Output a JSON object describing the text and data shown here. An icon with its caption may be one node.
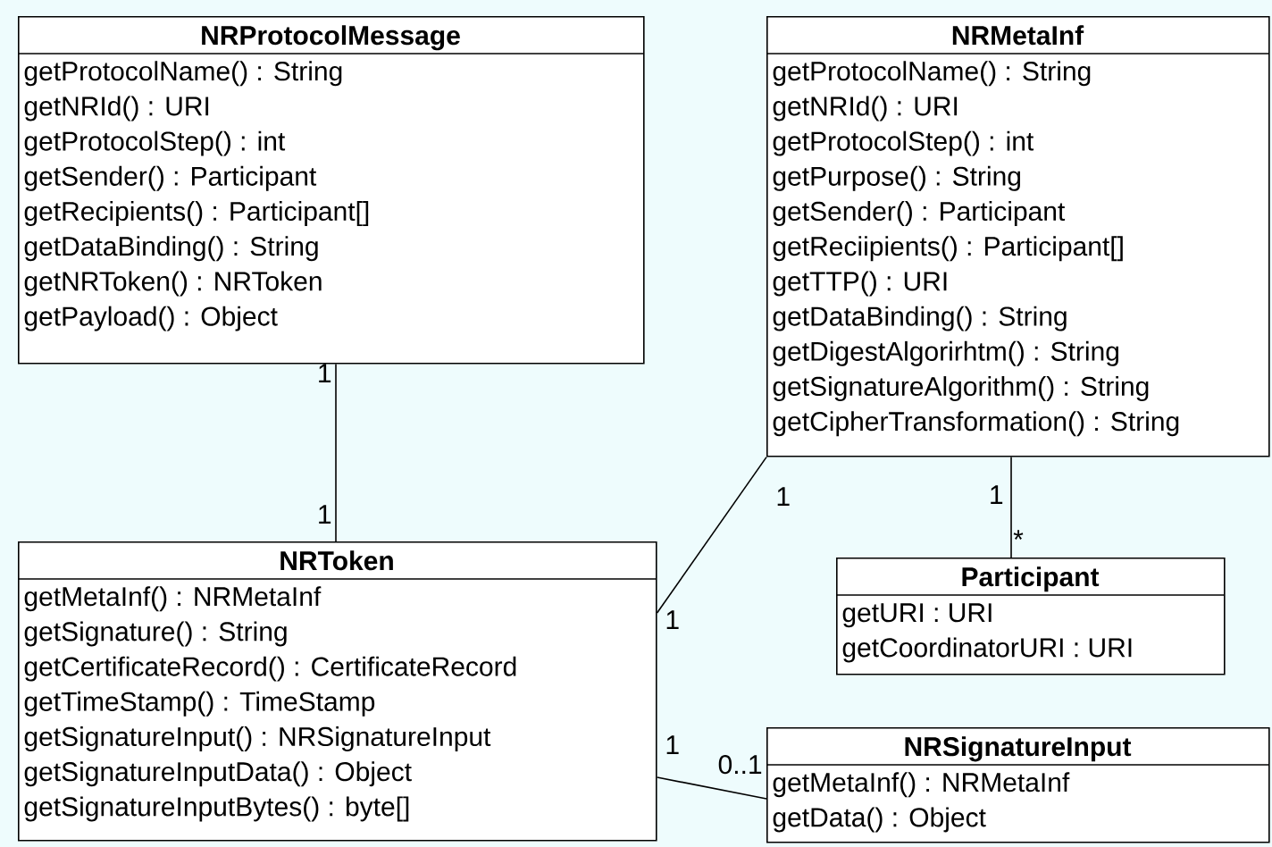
{
  "diagram": {
    "nodes": [
      {
        "text": [
          "NRProtocolMessage",
          "getProtocolName() : String",
          "getNRId() : URI",
          "getProtocolStep() : int",
          "getSender() : Participant",
          "getRecipients() : Participant[]",
          "getDataBinding() : String",
          "getNRToken() : NRToken",
          "getPayload() : Object"
        ]
      },
      {
        "text": [
          "NRMetaInf",
          "getProtocolName() : String",
          "getNRId() : URI",
          "getProtocolStep() : int",
          "getPurpose() :  String",
          "getSender() : Participant",
          "getReciipients() : Participant[]",
          "getTTP() : URI",
          "getDataBinding() : String",
          "getDigestAlgorirhtm() : String",
          "getSignatureAlgorithm() : String",
          "getCipherTransformation() : String"
        ]
      },
      {
        "text": [
          "NRToken",
          "getMetaInf() : NRMetaInf",
          "getSignature() : String",
          "getCertificateRecord() : CertificateRecord",
          "getTimeStamp() : TimeStamp",
          "getSignatureInput() : NRSignatureInput",
          "getSignatureInputData() : Object",
          "getSignatureInputBytes() : byte[]"
        ]
      },
      {
        "text": [
          "Participant",
          "getURI : URI",
          "getCoordinatorURI : URI"
        ]
      },
      {
        "text": [
          "NRSignatureInput",
          "getMetaInf() : NRMetaInf",
          "getData() : Object"
        ]
      }
    ],
    "edges": [
      {
        "from": 0,
        "to": 2,
        "arrow": "none"
      },
      {
        "from": 1,
        "to": 2,
        "arrow": "none"
      },
      {
        "from": 1,
        "to": 3,
        "arrow": "none"
      },
      {
        "from": 2,
        "to": 4,
        "arrow": "none"
      }
    ],
    "labels": [
      "1",
      "1",
      "1",
      "1",
      "*",
      "1",
      "1",
      "0..1"
    ]
  }
}
